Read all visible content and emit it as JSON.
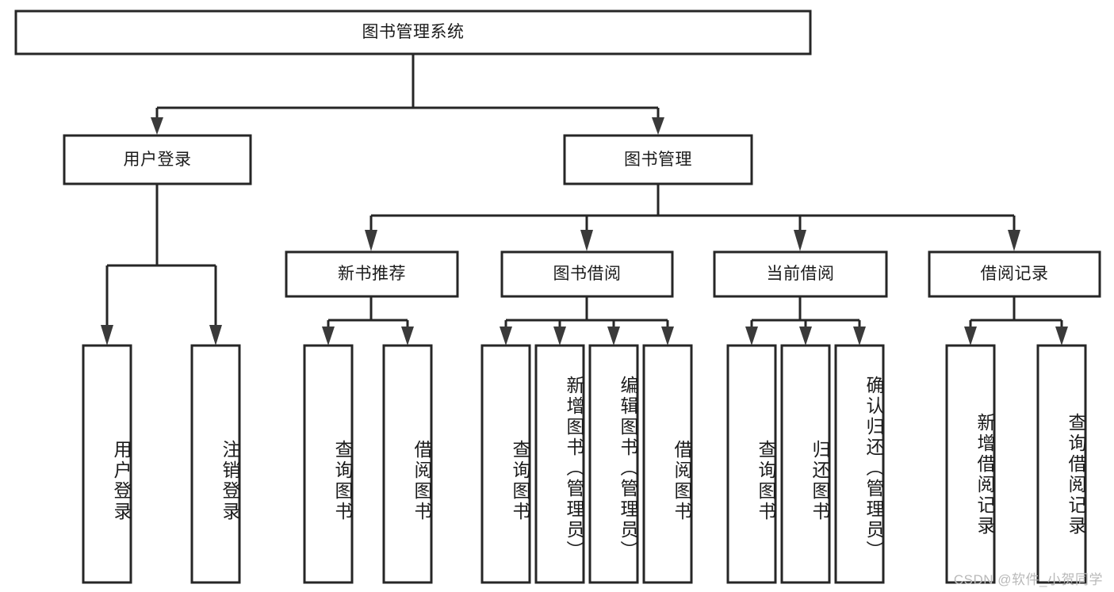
{
  "diagram": {
    "title": "图书管理系统",
    "type": "hierarchy-tree",
    "orientation": "top-down",
    "root": {
      "id": "root",
      "label": "图书管理系统",
      "orientation": "horizontal"
    },
    "level1": [
      {
        "id": "user-login",
        "label": "用户登录",
        "orientation": "horizontal"
      },
      {
        "id": "book-manage",
        "label": "图书管理",
        "orientation": "horizontal"
      }
    ],
    "level2": [
      {
        "id": "new-book-recommend",
        "label": "新书推荐",
        "parent": "book-manage",
        "orientation": "horizontal"
      },
      {
        "id": "book-borrow",
        "label": "图书借阅",
        "parent": "book-manage",
        "orientation": "horizontal"
      },
      {
        "id": "current-borrow",
        "label": "当前借阅",
        "parent": "book-manage",
        "orientation": "horizontal"
      },
      {
        "id": "borrow-record",
        "label": "借阅记录",
        "parent": "book-manage",
        "orientation": "horizontal"
      }
    ],
    "leaves": [
      {
        "id": "leaf-user-login",
        "label": "用户登录",
        "parent": "user-login",
        "orientation": "vertical"
      },
      {
        "id": "leaf-user-logout",
        "label": "注销登录",
        "parent": "user-login",
        "orientation": "vertical"
      },
      {
        "id": "leaf-query-book-1",
        "label": "查询图书",
        "parent": "new-book-recommend",
        "orientation": "vertical"
      },
      {
        "id": "leaf-borrow-book-1",
        "label": "借阅图书",
        "parent": "new-book-recommend",
        "orientation": "vertical"
      },
      {
        "id": "leaf-query-book-2",
        "label": "查询图书",
        "parent": "book-borrow",
        "orientation": "vertical"
      },
      {
        "id": "leaf-add-book",
        "label": "新增图书（管理员）",
        "parent": "book-borrow",
        "orientation": "vertical"
      },
      {
        "id": "leaf-edit-book",
        "label": "编辑图书（管理员）",
        "parent": "book-borrow",
        "orientation": "vertical"
      },
      {
        "id": "leaf-borrow-book-2",
        "label": "借阅图书",
        "parent": "book-borrow",
        "orientation": "vertical"
      },
      {
        "id": "leaf-query-book-3",
        "label": "查询图书",
        "parent": "current-borrow",
        "orientation": "vertical"
      },
      {
        "id": "leaf-return-book",
        "label": "归还图书",
        "parent": "current-borrow",
        "orientation": "vertical"
      },
      {
        "id": "leaf-confirm-return",
        "label": "确认归还（管理员）",
        "parent": "current-borrow",
        "orientation": "vertical"
      },
      {
        "id": "leaf-add-record",
        "label": "新增借阅记录",
        "parent": "borrow-record",
        "orientation": "vertical"
      },
      {
        "id": "leaf-query-record",
        "label": "查询借阅记录",
        "parent": "borrow-record",
        "orientation": "vertical"
      }
    ],
    "colors": {
      "box_fill": "#ffffff",
      "box_stroke": "#262626",
      "edge": "#262626",
      "text": "#1b1b1b",
      "background": "#ffffff",
      "watermark": "#b9b9b9"
    }
  },
  "watermark": {
    "text": "CSDN @软件_小贺同学"
  }
}
